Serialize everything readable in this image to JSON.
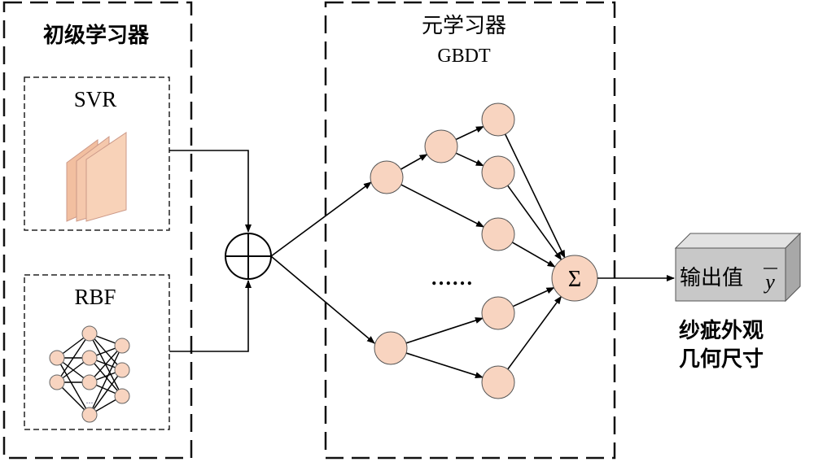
{
  "base_learners": {
    "title": "初级学习器",
    "svr_label": "SVR",
    "rbf_label": "RBF",
    "rbf_ellipsis": "..."
  },
  "meta_learner": {
    "title": "元学习器",
    "subtitle": "GBDT",
    "ellipsis": "……",
    "sum_symbol": "Σ"
  },
  "output": {
    "label": "输出值",
    "symbol": "y",
    "caption_line1": "纱疵外观",
    "caption_line2": "几何尺寸"
  },
  "colors": {
    "node_fill": "#f8d4c0",
    "box_front": "#c8c8c8",
    "box_top": "#e0e0e0",
    "box_side": "#a8a8a8"
  }
}
